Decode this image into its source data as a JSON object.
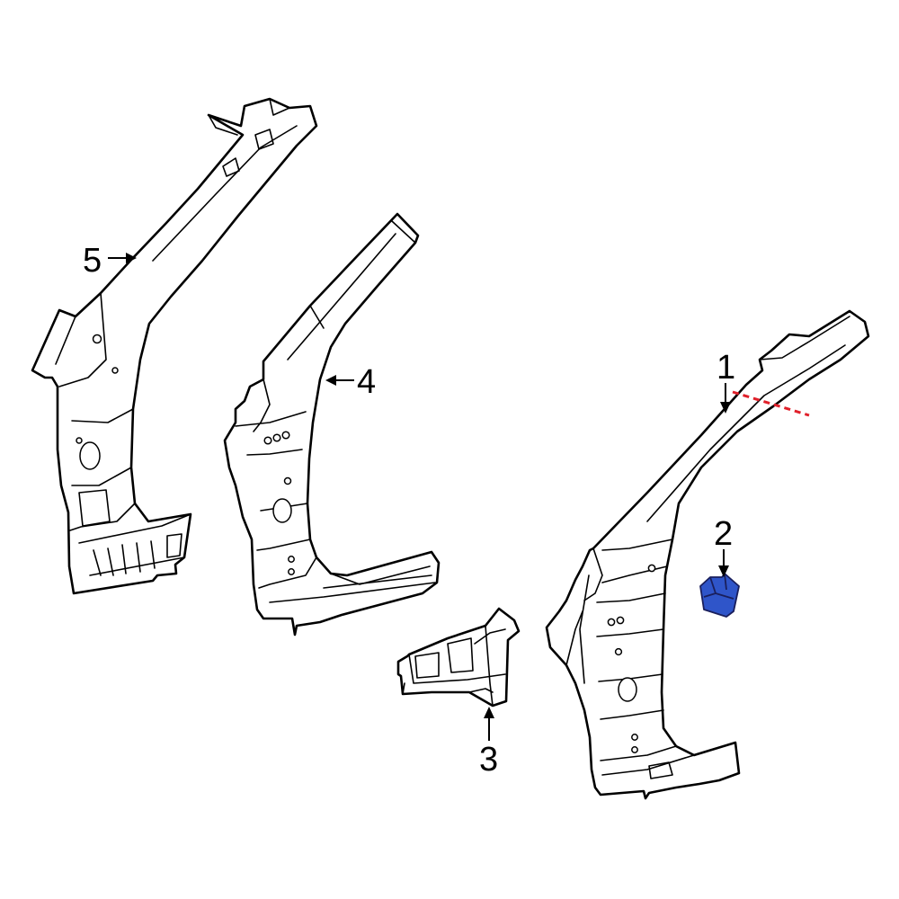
{
  "diagram": {
    "callouts": [
      {
        "id": "1",
        "label": "1"
      },
      {
        "id": "2",
        "label": "2"
      },
      {
        "id": "3",
        "label": "3"
      },
      {
        "id": "4",
        "label": "4"
      },
      {
        "id": "5",
        "label": "5"
      }
    ],
    "highlight_part": "2",
    "colors": {
      "outline": "#000000",
      "highlight_fill": "#2f55c9",
      "cut_line": "#e0202a",
      "background": "#ffffff"
    }
  }
}
